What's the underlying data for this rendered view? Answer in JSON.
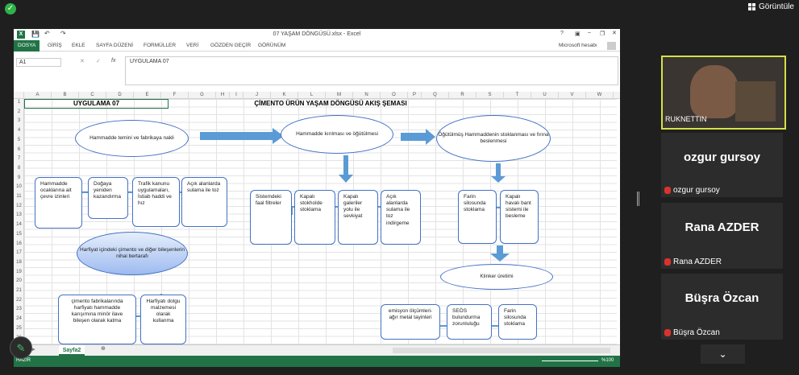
{
  "meeting": {
    "view_label": "Görüntüle",
    "participants": [
      {
        "name": "RUKNETTIN",
        "video": true
      },
      {
        "name": "ozgur gursoy",
        "label": "ozgur gursoy"
      },
      {
        "name": "Rana AZDER",
        "label": "Rana AZDER"
      },
      {
        "name": "Büşra Özcan",
        "label": "Büşra Özcan"
      }
    ]
  },
  "excel": {
    "title": "07 YAŞAM DÖNGÜSÜ.xlsx - Excel",
    "account": "Microsoft hesabı",
    "tabs": [
      "DOSYA",
      "GİRİŞ",
      "EKLE",
      "SAYFA DÜZENİ",
      "FORMÜLLER",
      "VERİ",
      "GÖZDEN GEÇİR",
      "GÖRÜNÜM"
    ],
    "name_box": "A1",
    "formula": "UYGULAMA 07",
    "columns": [
      "A",
      "B",
      "C",
      "D",
      "E",
      "F",
      "G",
      "H",
      "I",
      "J",
      "K",
      "L",
      "M",
      "N",
      "O",
      "P",
      "Q",
      "R",
      "S",
      "T",
      "U",
      "V",
      "W"
    ],
    "rows": [
      "1",
      "2",
      "3",
      "4",
      "5",
      "6",
      "7",
      "8",
      "9",
      "10",
      "11",
      "12",
      "13",
      "14",
      "15",
      "16",
      "17",
      "18",
      "19",
      "20",
      "21",
      "22",
      "23",
      "24",
      "25",
      "26"
    ],
    "sheet_tab": "Sayfa2",
    "status_left": "HAZIR",
    "zoom": "%100",
    "cell_a1": "UYGULAMA 07",
    "chart_title": "ÇİMENTO ÜRÜN YAŞAM DÖNGÜSÜ AKIŞ ŞEMASI",
    "nodes": {
      "n1": "Hammadde temini ve fabrikaya nakli",
      "n2": "Hammadde kırılması ve öğütülmesi",
      "n3": "Öğütülmüş Hammaddenin stoklanması ve fırına beslenmesi",
      "b1": "Hammadde ocaklarına ait çevre izinleri",
      "b2": "Doğaya yeniden kazandırma",
      "b3": "Trafik kanunu uygulamaları, İstiab haddi ve hız",
      "b4": "Açık alanlarda sulama ile toz",
      "m1": "Sistemdeki faal filtreler",
      "m2": "Kapalı stokholde stoklama",
      "m3": "Kapalı galeriler yolu ile sevkiyat",
      "m4": "Açık alanlarda sulama ile toz indirgeme",
      "r1": "Farin silosunda stoklama",
      "r2": "Kapalı havalı bant sistemi ile besleme",
      "n4": "Harfiyat içindeki çimento ve diğer bileşenlerin nihai bertarafı",
      "c1": "çimento fabrikalarında harfiyatı hammadde karışımına minör ilave bileşen olarak katma",
      "c2": "Harfiyatı dolgu malzemesi olarak kullanma",
      "n5": "Klinker üretimi",
      "k1": "emisyon ölçümleri-ağır metal tayinleri",
      "k2": "SEÖS bulundurma zorunluluğu",
      "k3": "Farin silosunda stoklama"
    }
  }
}
